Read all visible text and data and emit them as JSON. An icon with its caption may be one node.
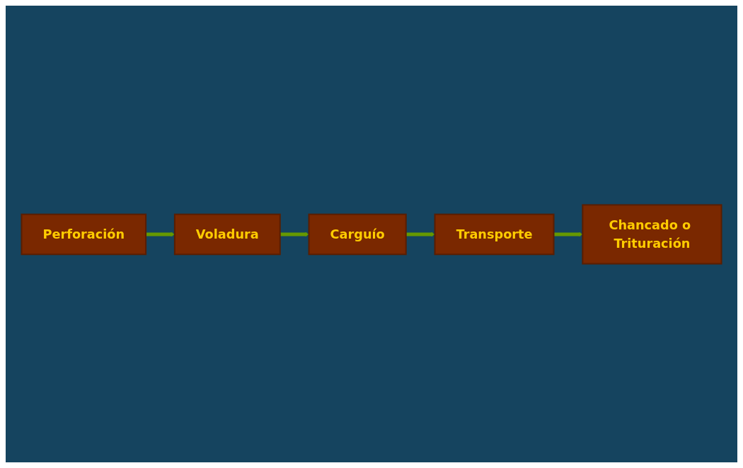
{
  "diagram": {
    "nodes": [
      {
        "text": [
          "Perforación"
        ]
      },
      {
        "text": [
          "Voladura"
        ]
      },
      {
        "text": [
          "Carguío"
        ]
      },
      {
        "text": [
          "Transporte"
        ]
      },
      {
        "text": [
          "Chancado o Trituración"
        ]
      }
    ],
    "edges": [
      {
        "from": 0,
        "to": 1,
        "arrow": "to"
      },
      {
        "from": 1,
        "to": 2,
        "arrow": "to"
      },
      {
        "from": 2,
        "to": 3,
        "arrow": "to"
      },
      {
        "from": 3,
        "to": 4,
        "arrow": "to"
      }
    ]
  }
}
